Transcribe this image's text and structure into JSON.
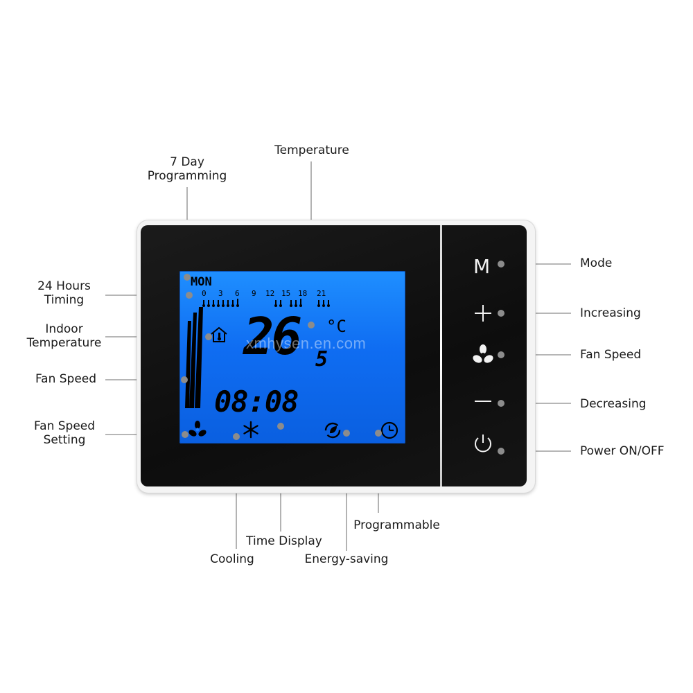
{
  "labels": {
    "seven_day_line1": "7 Day",
    "seven_day_line2": "Programming",
    "temperature": "Temperature",
    "hours24_line1": "24 Hours",
    "hours24_line2": "Timing",
    "indoor_line1": "Indoor",
    "indoor_line2": "Temperature",
    "fan_speed_left": "Fan Speed",
    "fan_setting_line1": "Fan Speed",
    "fan_setting_line2": "Setting",
    "mode": "Mode",
    "increasing": "Increasing",
    "fan_speed_right": "Fan Speed",
    "decreasing": "Decreasing",
    "power": "Power ON/OFF",
    "cooling": "Cooling",
    "time_display": "Time Display",
    "energy_saving": "Energy-saving",
    "programmable": "Programmable"
  },
  "lcd": {
    "day": "MON",
    "hour_ticks": [
      "0",
      "3",
      "6",
      "9",
      "12",
      "15",
      "18",
      "21"
    ],
    "temperature_main": "26",
    "temperature_decimal": "5",
    "temperature_unit": "°C",
    "time": "08:08"
  },
  "buttons": {
    "mode_label": "M"
  },
  "watermark": "xmhysen.en.com",
  "colors": {
    "lcd_blue": "#1a7cff",
    "device_black": "#111111",
    "dot_gray": "#8c8c8c"
  },
  "icons": [
    "house-thermometer-icon",
    "fan-icon",
    "snowflake-icon",
    "leaf-cycle-icon",
    "clock-icon",
    "plus-icon",
    "minus-icon",
    "power-icon"
  ]
}
